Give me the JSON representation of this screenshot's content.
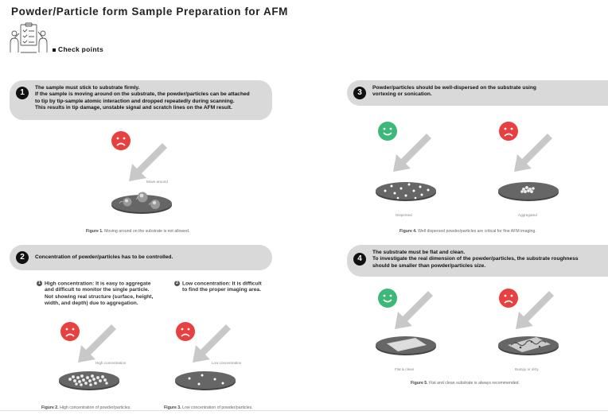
{
  "page": {
    "title": "Powder/Particle form Sample Preparation for AFM",
    "subtitle": "Check points"
  },
  "colors": {
    "good": "#3cb878",
    "bad": "#e84040",
    "banner": "#d9d9d9",
    "disk": "#555555",
    "arrow": "#c8c8c8"
  },
  "sections": [
    {
      "number": "1",
      "lines": [
        "The sample must stick to substrate firmly.",
        "If the sample is moving around on the substrate, the powder/particles can be attached",
        "to tip by tip-sample atomic interaction and dropped repeatedly during scanning.",
        "This results in tip damage, unstable signal and scratch lines on the AFM result."
      ]
    },
    {
      "number": "2",
      "lines": [
        "Concentration of powder/particles has to be controlled."
      ]
    },
    {
      "number": "3",
      "lines": [
        "Powder/particles should be well-dispersed on the substrate using",
        "vortexing or sonication."
      ]
    },
    {
      "number": "4",
      "lines": [
        "The substrate must be flat and clean.",
        "To investigate the real dimension of the powder/particles, the substrate roughness",
        "should be smaller than powder/particles size."
      ]
    }
  ],
  "concentration": {
    "high": {
      "number": "1",
      "lines": [
        "High concentration: It is easy to aggregate",
        "and difficult to monitor the single particle.",
        "Not showing real structure (surface, height,",
        "width, and depth) due to aggregation."
      ]
    },
    "low": {
      "number": "2",
      "lines": [
        "Low concentration: It is difficult",
        "to find the proper imaging area."
      ]
    }
  },
  "illustrations": [
    {
      "label": "Move around",
      "face": "bad"
    },
    {
      "label": "High concentration",
      "face": "bad"
    },
    {
      "label": "Low concentration",
      "face": "bad"
    },
    {
      "label": "Dispersed",
      "face": "good"
    },
    {
      "label": "Aggregated",
      "face": "bad"
    },
    {
      "label": "Flat & clean",
      "face": "good"
    },
    {
      "label": "Bumpy or dirty",
      "face": "bad"
    }
  ],
  "figures": [
    {
      "label": "Figure 1.",
      "text": "Moving around on the substrate is not allowed."
    },
    {
      "label": "Figure 2.",
      "text": "High concentration of powder/particles."
    },
    {
      "label": "Figure 3.",
      "text": "Low concentration of powder/particles."
    },
    {
      "label": "Figure 4.",
      "text": "Well dispersed powder/particles are critical for fine AFM imaging."
    },
    {
      "label": "Figure 5.",
      "text": "Flat and clean substrate is always recommended."
    }
  ]
}
